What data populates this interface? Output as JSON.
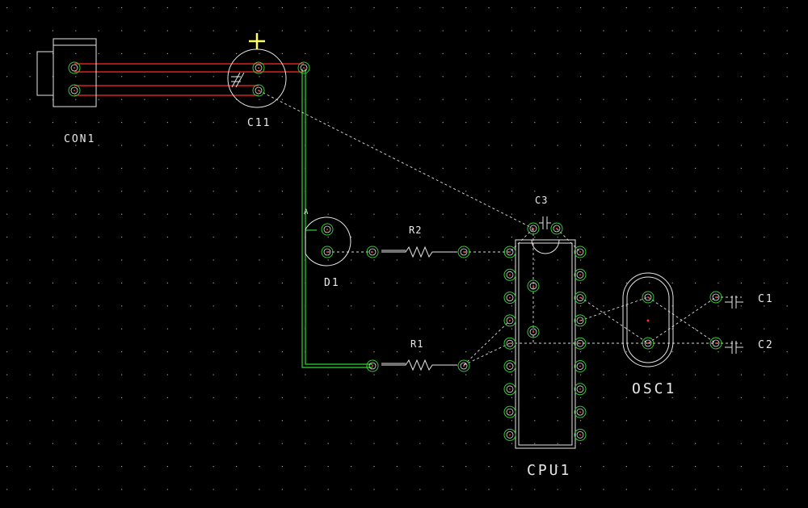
{
  "board": {
    "background": "#000000",
    "grid_color": "#9a9a9a"
  },
  "colors": {
    "outline": "#e6e6e6",
    "pad": "#33cc33",
    "pad_center": "#ff3030",
    "red_track": "#ff2a2a",
    "green_track": "#2fd62f",
    "ratsnest": "#dcdcdc",
    "cursor": "#ffff66"
  },
  "components": {
    "con1": "CON1",
    "c11": "C11",
    "d1": "D1",
    "d1_pin_a": "A",
    "r2": "R2",
    "r1": "R1",
    "c3": "C3",
    "cpu1": "CPU1",
    "osc1": "OSC1",
    "c1": "C1",
    "c2": "C2"
  },
  "cursor_icon": "crosshair-plus-icon"
}
